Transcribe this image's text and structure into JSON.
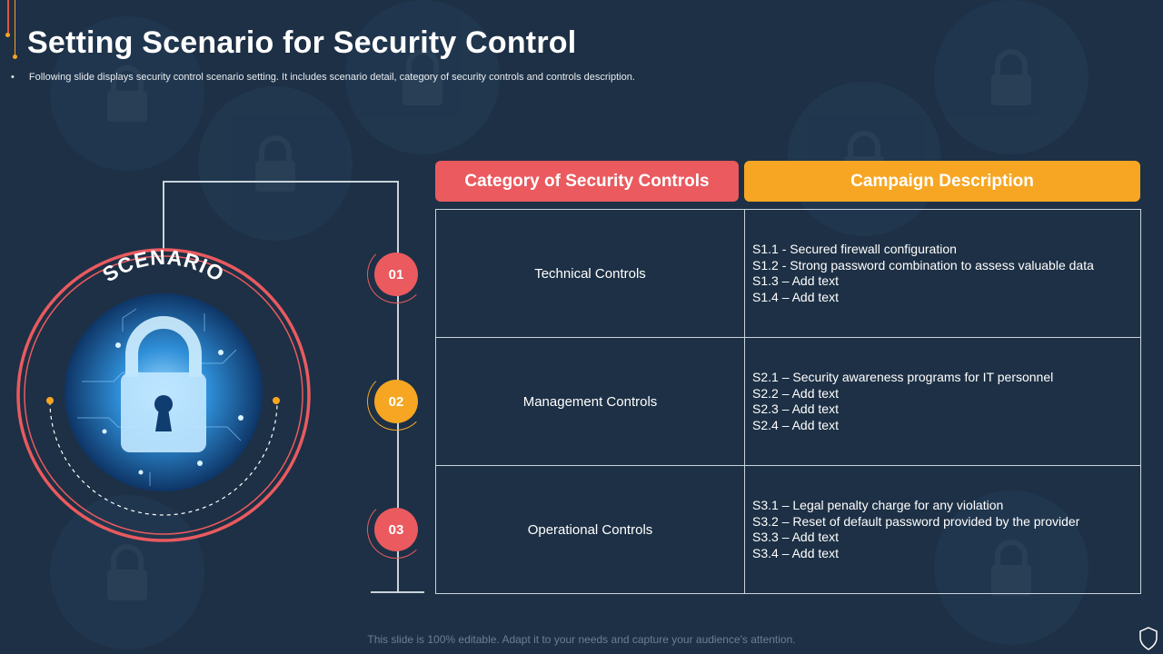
{
  "title": "Setting Scenario for Security Control",
  "subtitle": {
    "bullet": "•",
    "text": "Following slide displays security control scenario setting. It includes scenario detail, category of security controls and controls description."
  },
  "scenario": {
    "label": "SCENARIO",
    "icon": "padlock-circuit-icon"
  },
  "headers": {
    "category": "Category of Security Controls",
    "description": "Campaign Description"
  },
  "rows": [
    {
      "number": "01",
      "category": "Technical Controls",
      "items": [
        "S1.1 - Secured firewall configuration",
        "S1.2 - Strong password combination to assess valuable data",
        "S1.3 – Add text",
        "S1.4 – Add text"
      ],
      "color": "#ea5a5f"
    },
    {
      "number": "02",
      "category": "Management Controls",
      "items": [
        "S2.1 – Security awareness programs for IT personnel",
        "S2.2 – Add text",
        "S2.3 – Add text",
        "S2.4 – Add text"
      ],
      "color": "#f6a623"
    },
    {
      "number": "03",
      "category": "Operational Controls",
      "items": [
        "S3.1 – Legal penalty charge for any violation",
        "S3.2 – Reset of default password provided by the provider",
        "S3.3 – Add text",
        "S3.4 – Add text"
      ],
      "color": "#ea5a5f"
    }
  ],
  "footer": "This slide is 100% editable. Adapt it to your needs and capture your audience's attention.",
  "colors": {
    "background": "#1d3045",
    "red": "#ea5a5f",
    "orange": "#f6a623",
    "glow": "#4fb4f0"
  }
}
